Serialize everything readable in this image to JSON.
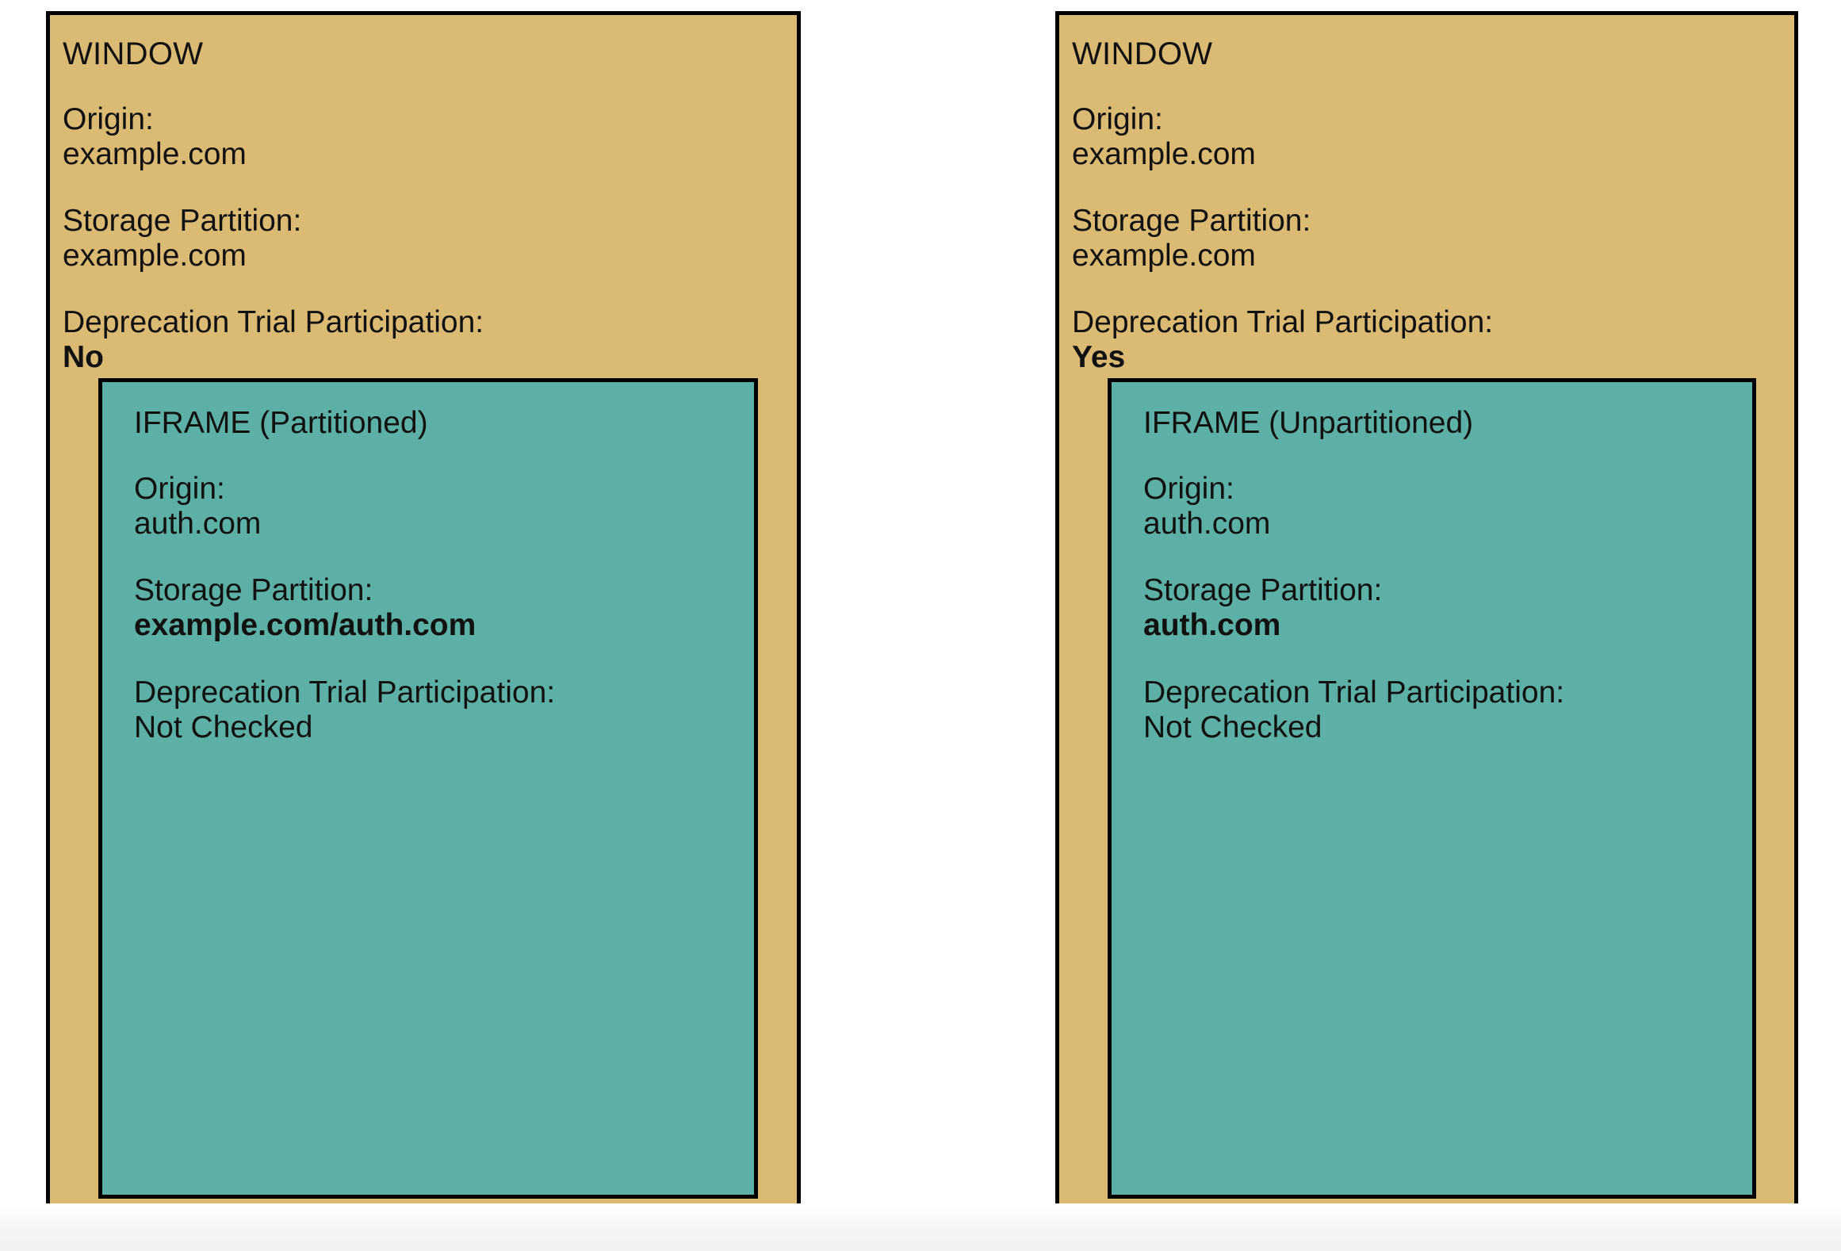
{
  "diagram": {
    "panels": [
      {
        "name": "left",
        "window": {
          "title": "WINDOW",
          "fields": [
            {
              "label": "Origin:",
              "value": "example.com",
              "bold": false
            },
            {
              "label": "Storage Partition:",
              "value": "example.com",
              "bold": false
            },
            {
              "label": "Deprecation Trial Participation:",
              "value": "No",
              "bold": true
            }
          ]
        },
        "iframe": {
          "title": "IFRAME (Partitioned)",
          "fields": [
            {
              "label": "Origin:",
              "value": "auth.com",
              "bold": false
            },
            {
              "label": "Storage Partition:",
              "value": "example.com/auth.com",
              "bold": true
            },
            {
              "label": "Deprecation Trial Participation:",
              "value": "Not Checked",
              "bold": false
            }
          ]
        }
      },
      {
        "name": "right",
        "window": {
          "title": "WINDOW",
          "fields": [
            {
              "label": "Origin:",
              "value": "example.com",
              "bold": false
            },
            {
              "label": "Storage Partition:",
              "value": "example.com",
              "bold": false
            },
            {
              "label": "Deprecation Trial Participation:",
              "value": "Yes",
              "bold": true
            }
          ]
        },
        "iframe": {
          "title": "IFRAME (Unpartitioned)",
          "fields": [
            {
              "label": "Origin:",
              "value": "auth.com",
              "bold": false
            },
            {
              "label": "Storage Partition:",
              "value": "auth.com",
              "bold": true
            },
            {
              "label": "Deprecation Trial Participation:",
              "value": "Not Checked",
              "bold": false
            }
          ]
        }
      }
    ],
    "colors": {
      "window_fill": "#dbba74",
      "iframe_fill": "#5cb0a6",
      "border": "#000000",
      "text": "#111111",
      "background": "#ffffff"
    }
  }
}
